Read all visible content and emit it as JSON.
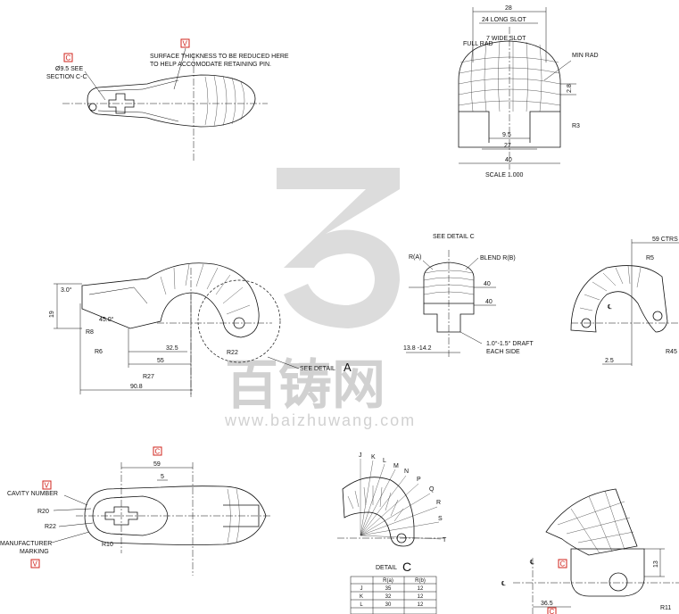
{
  "view_top_left": {
    "marker_c": "C",
    "marker_v": "V",
    "note_diameter": "Ø9.5 SEE",
    "note_section": "SECTION C-C",
    "note_surface_1": "SURFACE THICKNESS TO BE REDUCED HERE",
    "note_surface_2": "TO HELP ACCOMODATE RETAINING PIN."
  },
  "view_top_right": {
    "dim_28": "28",
    "dim_24_long_slot": "24 LONG SLOT",
    "dim_7_wide_slot": "7 WIDE SLOT",
    "dim_full_rad": "FULL RAD",
    "min_rad": "MIN RAD",
    "dim_2_8": "2.8",
    "dim_r3": "R3",
    "dim_9_5": "9.5",
    "dim_27": "27",
    "dim_40": "40",
    "scale": "SCALE 1.000"
  },
  "view_mid_left": {
    "angle_3": "3.0°",
    "dim_19": "19",
    "angle_45": "45.0°",
    "r8": "R8",
    "r6": "R6",
    "dim_32_5": "32.5",
    "dim_55": "55",
    "r22": "R22",
    "r27": "R27",
    "dim_90_8": "90.8",
    "see_detail": "SEE DETAIL",
    "detail_letter": "A"
  },
  "view_mid_center": {
    "see_detail_c": "SEE DETAIL C",
    "r_a": "R(A)",
    "blend_r_b": "BLEND R(B)",
    "dim_40_a": "40",
    "dim_40_b": "40",
    "dim_13_8": "13.8 -14.2",
    "draft_1": "1.0°-1.5° DRAFT",
    "draft_2": "EACH SIDE"
  },
  "view_mid_right": {
    "dim_59_ctrs": "59 CTRS",
    "r5": "R5",
    "r45": "R45",
    "dim_2_5": "2.5",
    "cl": "℄"
  },
  "view_bottom_left": {
    "marker_c": "C",
    "marker_v1": "V",
    "marker_v2": "V",
    "dim_59": "59",
    "dim_5": "5",
    "cavity_number": "CAVITY NUMBER",
    "r20": "R20",
    "r22": "R22",
    "r10": "R10",
    "manufacturer_1": "MANUFACTURER",
    "manufacturer_2": "MARKING"
  },
  "detail_c": {
    "letters": [
      "J",
      "K",
      "L",
      "M",
      "N",
      "P",
      "Q",
      "R",
      "S",
      "T"
    ],
    "title": "DETAIL",
    "title_letter": "C",
    "table_headers": [
      "",
      "R(a)",
      "R(b)"
    ],
    "table_rows": [
      [
        "J",
        "35",
        "12"
      ],
      [
        "K",
        "32",
        "12"
      ],
      [
        "L",
        "30",
        "12"
      ]
    ]
  },
  "view_bottom_right": {
    "marker_c1": "C",
    "marker_c2": "C",
    "dim_13": "13",
    "dim_36_5": "36.5",
    "r11": "R11",
    "cl": "℄",
    "cl2": "℄"
  },
  "watermark": {
    "chinese": "百铸网",
    "url": "www.baizhuwang.com"
  }
}
